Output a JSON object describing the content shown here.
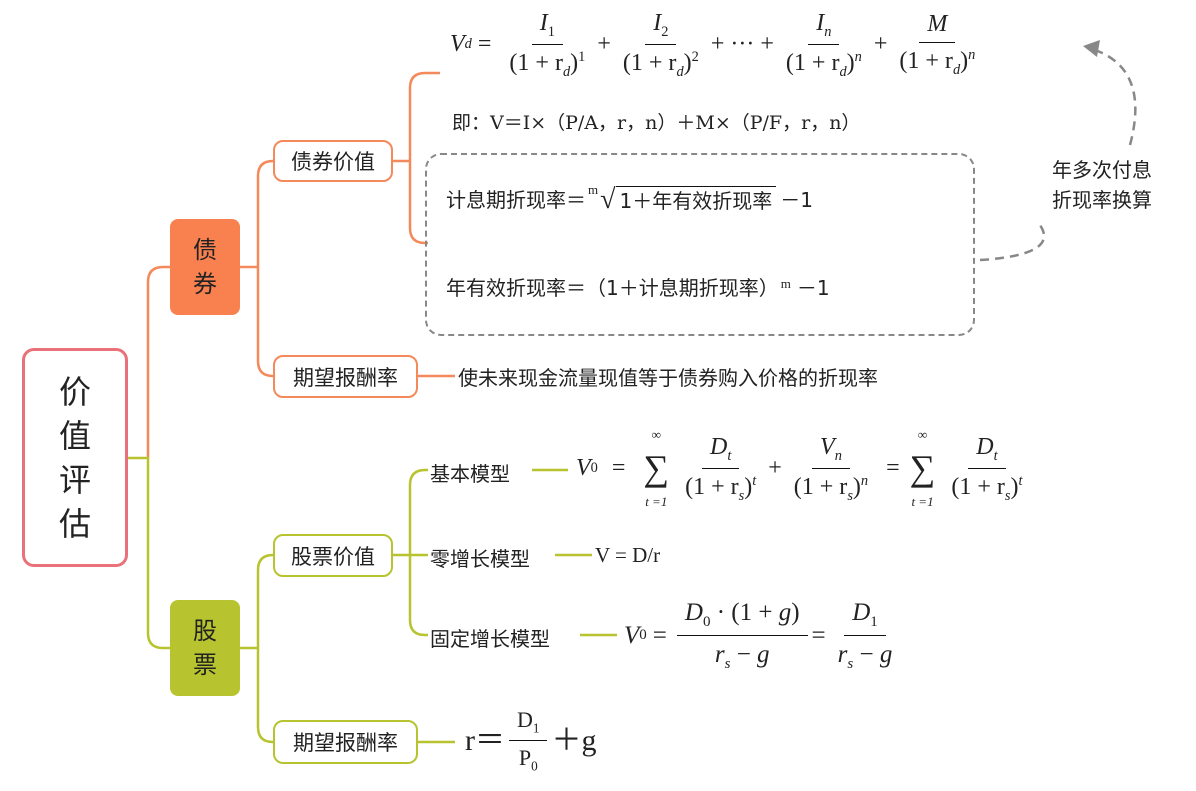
{
  "root": {
    "chars": [
      "价",
      "值",
      "评",
      "估"
    ]
  },
  "bond": {
    "label_chars": [
      "债",
      "券"
    ],
    "value_node": "债券价值",
    "formula": {
      "lhs": "V",
      "lhs_sub": "d",
      "eq": "=",
      "plus": "+",
      "ellipsis": "···",
      "den_open": "(1 + r",
      "den_sub": "d",
      "den_close": ")",
      "terms": [
        {
          "num": "I",
          "num_sub": "1",
          "den_sup": "1"
        },
        {
          "num": "I",
          "num_sub": "2",
          "den_sup": "2"
        },
        {
          "num": "I",
          "num_sub": "n",
          "den_sup": "n"
        },
        {
          "num": "M",
          "num_sub": "",
          "den_sup": "n"
        }
      ]
    },
    "formula_text": "即：V＝I×（P/A，r，n）＋M×（P/F，r，n）",
    "conv1": {
      "lhs": "计息期折现率＝",
      "index": "m",
      "radicand": "1＋年有效折现率",
      "tail": "－1"
    },
    "conv2": {
      "lhs": "年有效折现率＝（1＋计息期折现率）",
      "sup": "m",
      "tail": "－1"
    },
    "conv_note": [
      "年多次付息",
      "折现率换算"
    ],
    "return_node": "期望报酬率",
    "return_desc": "使未来现金流量现值等于债券购入价格的折现率"
  },
  "stock": {
    "label_chars": [
      "股",
      "票"
    ],
    "value_node": "股票价值",
    "basic": {
      "label": "基本模型",
      "lhs": "V",
      "lhs_sub": "0",
      "eq": "=",
      "plus": "+",
      "sigma": "∑",
      "upper": "∞",
      "lower": "t =1",
      "t1_num": "D",
      "t1_num_sub": "t",
      "den_open": "(1 + r",
      "den_sub": "s",
      "den_close": ")",
      "t1_sup": "t",
      "t2_num": "V",
      "t2_num_sub": "n",
      "t2_sup": "n"
    },
    "zero": {
      "label": "零增长模型",
      "formula": "V = D/r"
    },
    "constant": {
      "label": "固定增长模型",
      "lhs": "V",
      "lhs_sub": "0",
      "eq": "=",
      "n1": "D",
      "n1_sub": "0",
      "n1_rest": " · (1 + ",
      "g": "g",
      "close": ")",
      "d_r": "r",
      "d_sub": "s",
      "d_rest": " − ",
      "n2": "D",
      "n2_sub": "1"
    },
    "return_node": "期望报酬率",
    "return_formula": {
      "lhs": "r＝",
      "num": "D",
      "num_sub": "1",
      "den": "P",
      "den_sub": "0",
      "tail": "＋g"
    }
  },
  "colors": {
    "bond": "#f8814f",
    "stock": "#b7c42f",
    "root": "#e9727a",
    "dash": "#888888"
  }
}
